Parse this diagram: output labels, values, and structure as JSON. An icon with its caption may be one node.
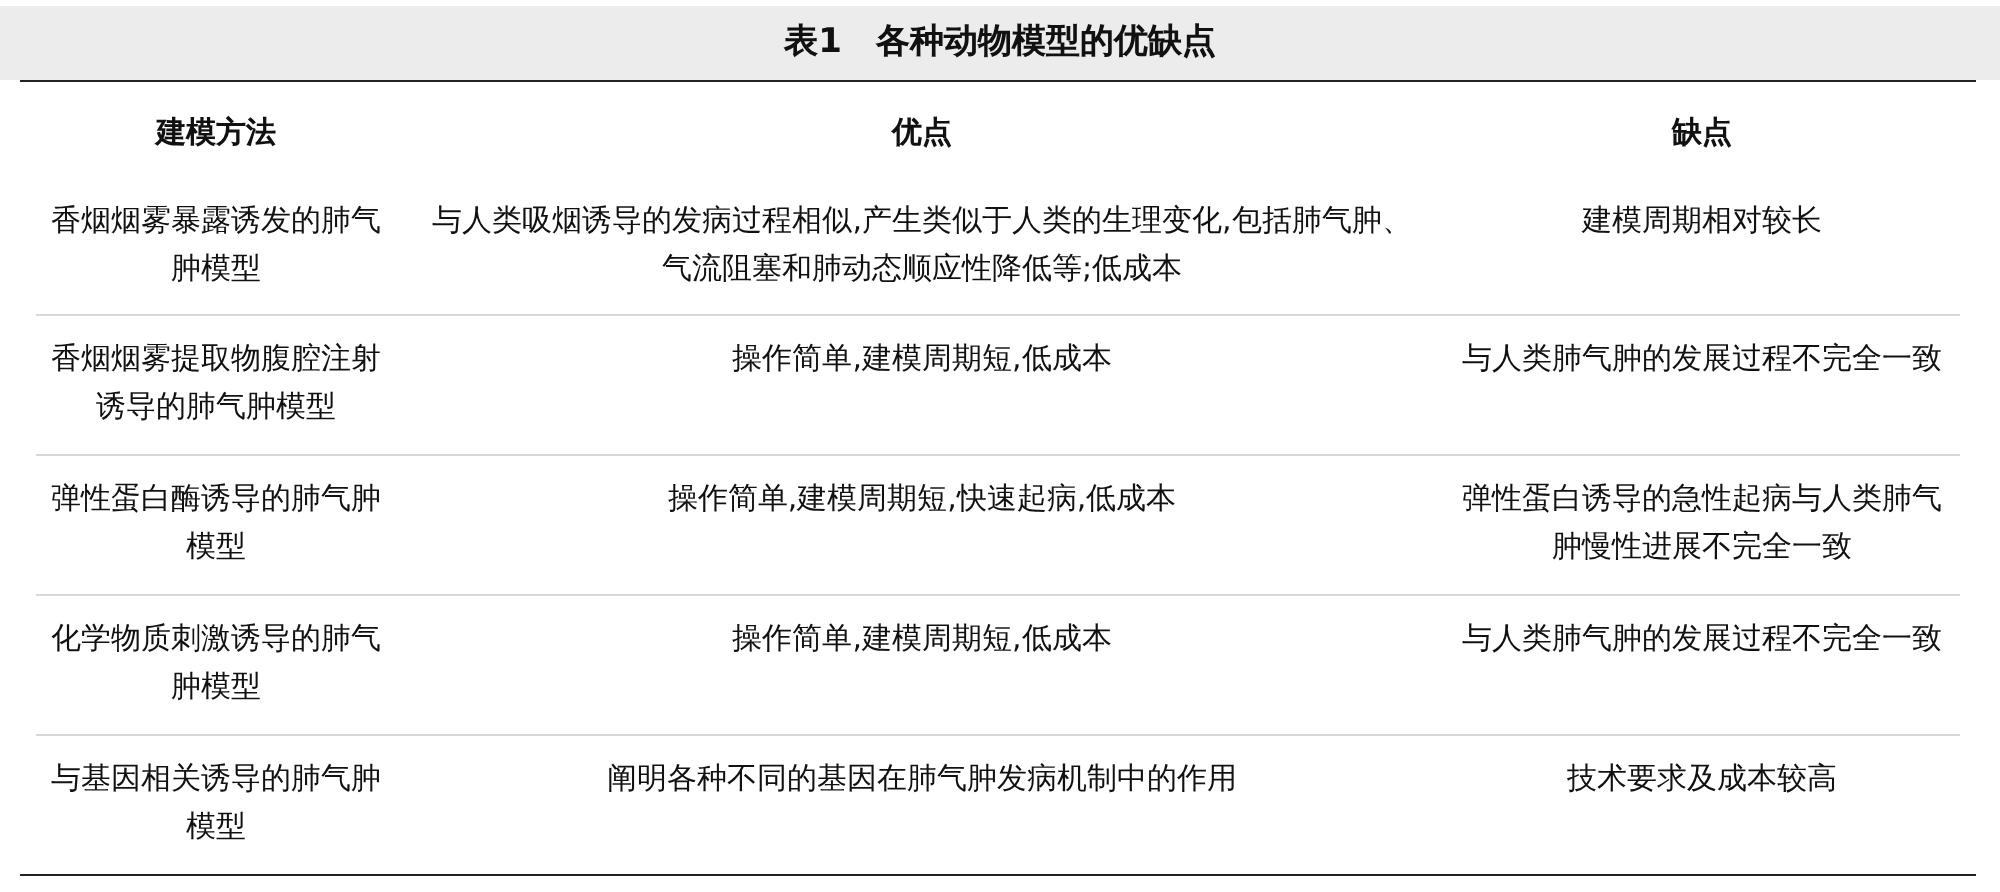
{
  "diagram": {
    "title": "表1　各种动物模型的优缺点",
    "labels": [
      "建模方法",
      "优点",
      "缺点",
      "香烟烟雾暴露诱发的肺气肿模型",
      "与人类吸烟诱导的发病过程相似,产生类似于人类的生理变化,包括肺气肿、气流阻塞和肺动态顺应性降低等;低成本",
      "建模周期相对较长",
      "香烟烟雾提取物腹腔注射诱导的肺气肿模型",
      "操作简单,建模周期短,低成本",
      "与人类肺气肿的发展过程不完全一致",
      "弹性蛋白酶诱导的肺气肿模型",
      "操作简单,建模周期短,快速起病,低成本",
      "弹性蛋白诱导的急性起病与人类肺气肿慢性进展不完全一致",
      "化学物质刺激诱导的肺气肿模型",
      "操作简单,建模周期短,低成本",
      "与人类肺气肿的发展过程不完全一致",
      "与基因相关诱导的肺气肿模型",
      "阐明各种不同的基因在肺气肿发病机制中的作用",
      "技术要求及成本较高"
    ]
  }
}
